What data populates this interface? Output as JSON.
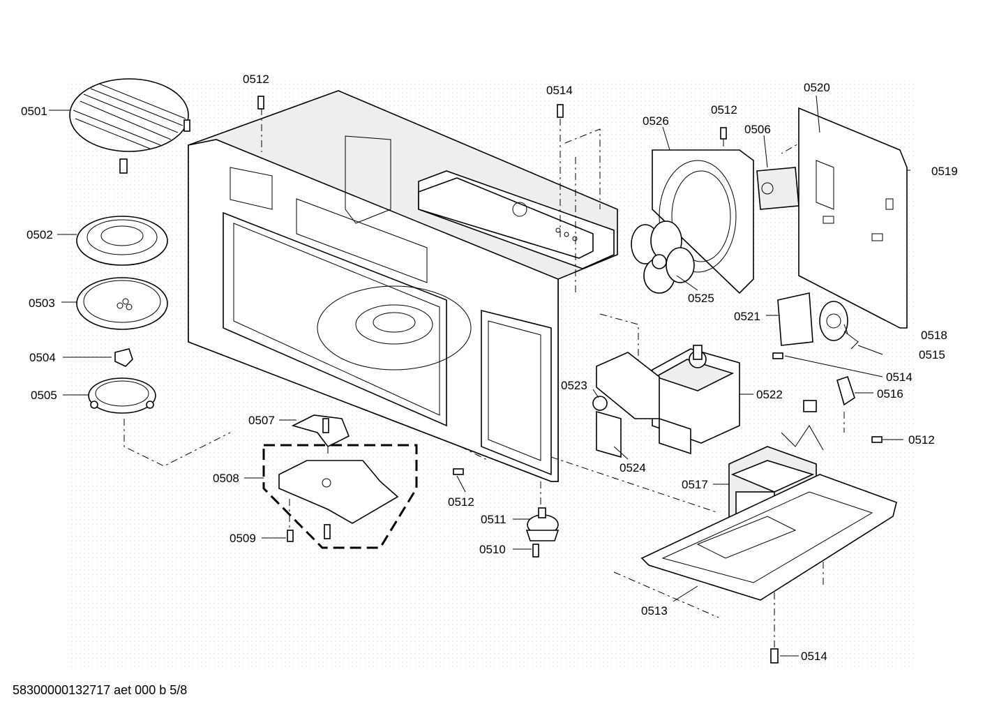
{
  "footer_code": "58300000132717 aet 000 b 5/8",
  "labels": {
    "p0501": "0501",
    "p0502": "0502",
    "p0503": "0503",
    "p0504": "0504",
    "p0505": "0505",
    "p0507": "0507",
    "p0508": "0508",
    "p0509": "0509",
    "p0510": "0510",
    "p0511": "0511",
    "p0512_top": "0512",
    "p0512_mid": "0512",
    "p0512_fan": "0512",
    "p0512_right": "0512",
    "p0513": "0513",
    "p0514_top": "0514",
    "p0514_mid": "0514",
    "p0514_bottom": "0514",
    "p0515": "0515",
    "p0516": "0516",
    "p0517": "0517",
    "p0518": "0518",
    "p0519": "0519",
    "p0520": "0520",
    "p0521": "0521",
    "p0522": "0522",
    "p0523": "0523",
    "p0524": "0524",
    "p0525": "0525",
    "p0526": "0526",
    "p0506": "0506"
  }
}
